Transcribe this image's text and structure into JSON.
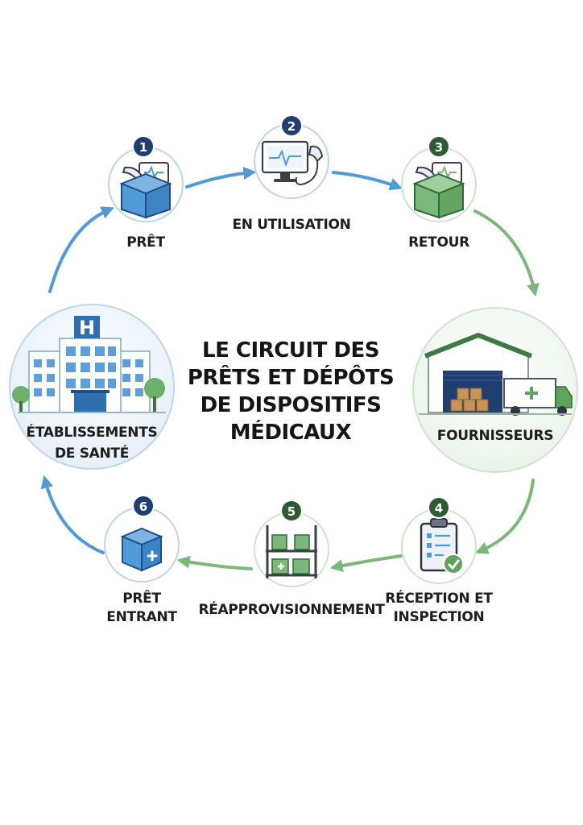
{
  "title": {
    "lines": [
      "LE CIRCUIT DES",
      "PRÊTS ET DÉPÔTS",
      "DE DISPOSITIFS",
      "MÉDICAUX"
    ]
  },
  "steps": [
    {
      "number": "1",
      "label": "PRÊT",
      "icon": "box-with-scanner-icon"
    },
    {
      "number": "2",
      "label": "EN UTILISATION",
      "icon": "monitor-with-probe-icon"
    },
    {
      "number": "3",
      "label": "RETOUR",
      "icon": "box-with-scanner-icon"
    },
    {
      "number": "4",
      "lines": [
        "RÉCEPTION ET",
        "INSPECTION"
      ],
      "icon": "clipboard-check-icon"
    },
    {
      "number": "5",
      "label": "RÉAPPROVISIONNEMENT",
      "icon": "shelf-boxes-icon"
    },
    {
      "number": "6",
      "lines": [
        "PRÊT",
        "ENTRANT"
      ],
      "icon": "medical-box-icon"
    }
  ],
  "nodes": {
    "hospital": {
      "lines": [
        "ÉTABLISSEMENTS",
        "DE SANTÉ"
      ],
      "icon": "hospital-icon",
      "sign": "H"
    },
    "suppliers": {
      "label": "FOURNISSEURS",
      "icon": "warehouse-truck-icon"
    }
  },
  "colors": {
    "blue": "#4f9ad7",
    "blue_dark": "#1f4f8a",
    "green": "#7cb87a",
    "green_dark": "#2e6b3a",
    "circle_border": "#bcd7ea",
    "badge_blue": "#1f3f73",
    "badge_green": "#2f5b33"
  }
}
